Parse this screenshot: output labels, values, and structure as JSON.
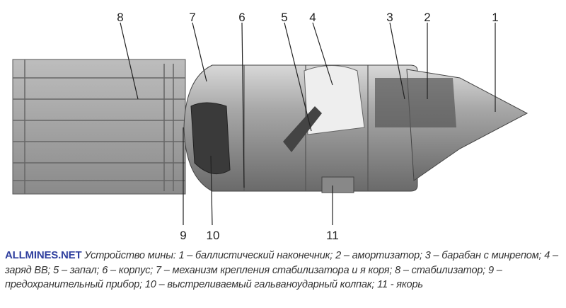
{
  "figure": {
    "labels_top": [
      "8",
      "7",
      "6",
      "5",
      "4",
      "3",
      "2",
      "1"
    ],
    "labels_bottom": [
      "9",
      "10",
      "11"
    ]
  },
  "caption": {
    "brand": "ALLMINES.NET",
    "text": "Устройство мины: 1 – баллистический наконечник; 2 – амортизатор; 3 – барабан с минрепом; 4 – заряд ВВ; 5 – запал; 6 – корпус; 7 – механизм крепления стабилизатора и я коря; 8 – стабилизатор; 9 – предохранительный прибор; 10 – выстреливаемый гальваноударный колпак; 11 - якорь"
  }
}
